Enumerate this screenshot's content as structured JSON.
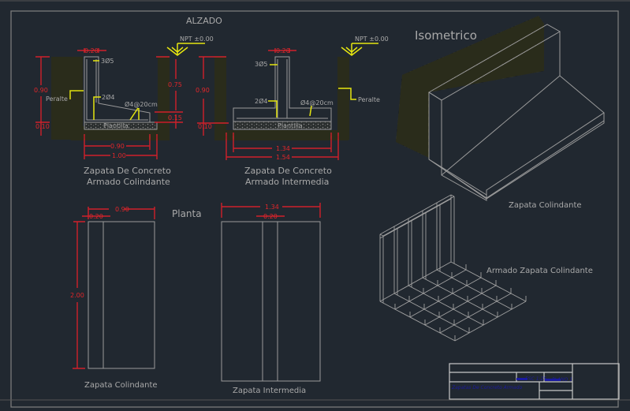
{
  "drawing": {
    "background_color": "#212830",
    "dimension_color": "#d0202a",
    "leader_color": "#e5e510",
    "outline_color": "#9a9a9a",
    "section_titles": {
      "elevation": "ALZADO",
      "plan": "Planta",
      "isometric": "Isometrico"
    },
    "elevation_colindante": {
      "caption_line1": "Zapata De Concreto",
      "caption_line2": "Armado Colindante",
      "npt_label": "NPT ±0.00",
      "dims": {
        "stem_width": "0.20",
        "total_height": "0.90",
        "base_thickness": "0.10",
        "wall_height": "0.75",
        "footing_height": "0.15",
        "inner_width": "0.90",
        "total_width": "1.00"
      },
      "notes": {
        "top_bars": "3Ø5",
        "side_bars": "2Ø4",
        "stirrups": "Ø4@20cm",
        "peralte": "Peralte",
        "plantilla": "Plantilla"
      }
    },
    "elevation_intermedia": {
      "caption_line1": "Zapata De Concreto",
      "caption_line2": "Armado Intermedia",
      "npt_label": "NPT ±0.00",
      "dims": {
        "stem_width": "0.20",
        "total_height": "0.90",
        "base_thickness": "0.10",
        "inner_width": "1.34",
        "total_width": "1.54"
      },
      "notes": {
        "top_bars": "3Ø5",
        "side_bars": "2Ø4",
        "stirrups": "Ø4@20cm",
        "peralte": "Peralte",
        "plantilla": "Plantilla"
      }
    },
    "plan_colindante": {
      "caption": "Zapata Colindante",
      "dims": {
        "width": "0.90",
        "stem_width": "0.20",
        "length": "2.00"
      }
    },
    "plan_intermedia": {
      "caption": "Zapata Intermedia",
      "dims": {
        "width": "1.34",
        "stem_width": "0.20"
      }
    },
    "isometric_captions": {
      "solid": "Zapata Colindante",
      "rebar": "Armado Zapata Colindante"
    },
    "title_block": {
      "title": "Zapatas De Concreto Armado",
      "scale": "ESC 1:25",
      "sheet": "PLANO 1"
    }
  }
}
